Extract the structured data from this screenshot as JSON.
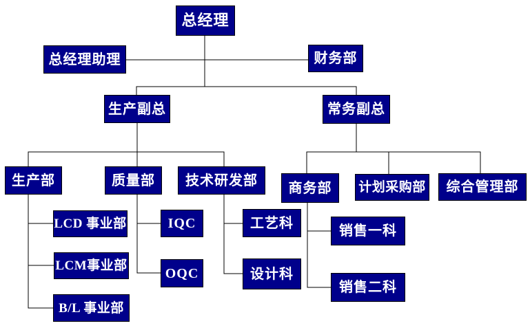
{
  "diagram": {
    "type": "org-chart",
    "nodes": {
      "gm": {
        "label": "总经理"
      },
      "assistant": {
        "label": "总经理助理"
      },
      "finance": {
        "label": "财务部"
      },
      "prod_vp": {
        "label": "生产副总"
      },
      "exec_vp": {
        "label": "常务副总"
      },
      "production": {
        "label": "生产部"
      },
      "quality": {
        "label": "质量部"
      },
      "rnd": {
        "label": "技术研发部"
      },
      "business": {
        "label": "商务部"
      },
      "procurement": {
        "label": "计划采购部"
      },
      "admin": {
        "label": "综合管理部"
      },
      "lcd": {
        "label": "LCD 事业部"
      },
      "lcm": {
        "label": "LCM事业部"
      },
      "bl": {
        "label": "B/L 事业部"
      },
      "iqc": {
        "label": "IQC"
      },
      "oqc": {
        "label": "OQC"
      },
      "craft": {
        "label": "工艺科"
      },
      "design": {
        "label": "设计科"
      },
      "sales1": {
        "label": "销售一科"
      },
      "sales2": {
        "label": "销售二科"
      }
    },
    "edges": [
      {
        "from": "gm",
        "to": "assistant"
      },
      {
        "from": "gm",
        "to": "finance"
      },
      {
        "from": "gm",
        "to": "prod_vp"
      },
      {
        "from": "gm",
        "to": "exec_vp"
      },
      {
        "from": "prod_vp",
        "to": "production"
      },
      {
        "from": "prod_vp",
        "to": "quality"
      },
      {
        "from": "prod_vp",
        "to": "rnd"
      },
      {
        "from": "exec_vp",
        "to": "business"
      },
      {
        "from": "exec_vp",
        "to": "procurement"
      },
      {
        "from": "exec_vp",
        "to": "admin"
      },
      {
        "from": "production",
        "to": "lcd"
      },
      {
        "from": "production",
        "to": "lcm"
      },
      {
        "from": "production",
        "to": "bl"
      },
      {
        "from": "quality",
        "to": "iqc"
      },
      {
        "from": "quality",
        "to": "oqc"
      },
      {
        "from": "rnd",
        "to": "craft"
      },
      {
        "from": "rnd",
        "to": "design"
      },
      {
        "from": "business",
        "to": "sales1"
      },
      {
        "from": "business",
        "to": "sales2"
      }
    ],
    "colors": {
      "node_fill": "#00008B",
      "node_border": "#000000",
      "node_text": "#FFFFFF",
      "connector": "#000000",
      "background": "#FFFFFF"
    }
  }
}
